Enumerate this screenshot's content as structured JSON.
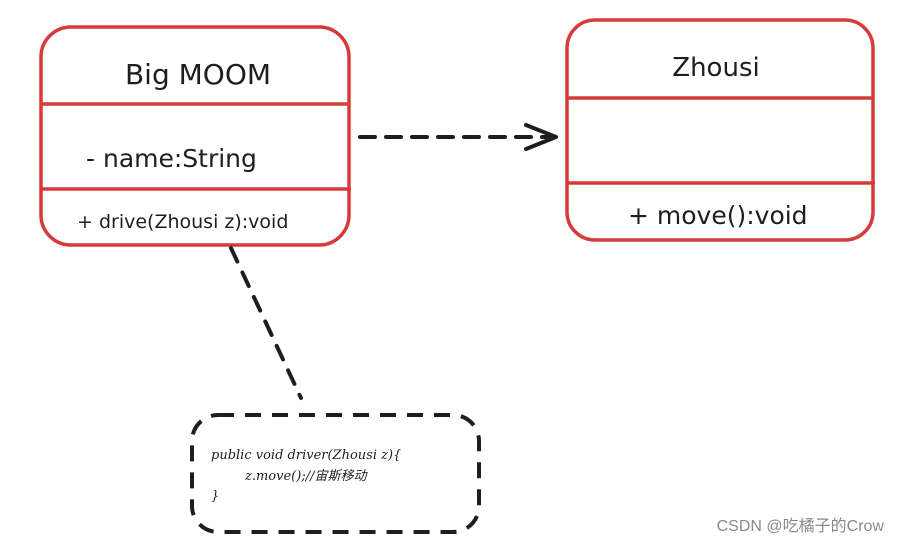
{
  "classes": {
    "big_moom": {
      "name": "Big MOOM",
      "attribute": "- name:String",
      "method": "+ drive(Zhousi z):void"
    },
    "zhousi": {
      "name": "Zhousi",
      "attribute": "",
      "method": "+ move():void"
    }
  },
  "note": {
    "line1": "public void driver(Zhousi z){",
    "line2": "z.move();//宙斯移动",
    "line3": "}"
  },
  "watermark": "CSDN @吃橘子的Crow",
  "colors": {
    "class_border": "#d63a3a",
    "line": "#1e1e1e",
    "watermark": "#8a8a8a"
  }
}
